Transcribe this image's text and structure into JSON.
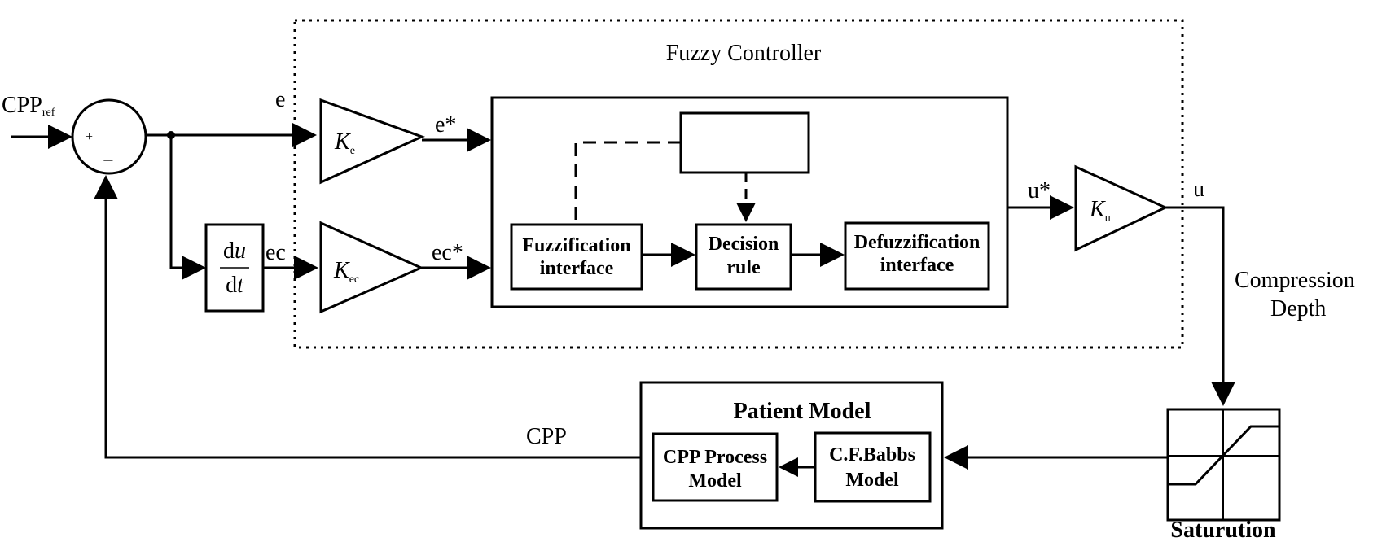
{
  "labels": {
    "cpp_ref_main": "CPP",
    "cpp_ref_sub": "ref",
    "plus": "+",
    "minus": "−",
    "e": "e",
    "ec": "ec",
    "e_star": "e*",
    "ec_star": "ec*",
    "u_star": "u*",
    "u": "u",
    "cpp_feedback": "CPP",
    "compression_line1": "Compression",
    "compression_line2": "Depth",
    "saturation": "Saturution"
  },
  "fuzzy_controller": {
    "title": "Fuzzy Controller",
    "fuzzification_line1": "Fuzzification",
    "fuzzification_line2": "interface",
    "decision_line1": "Decision",
    "decision_line2": "rule",
    "defuzzification_line1": "Defuzzification",
    "defuzzification_line2": "interface",
    "knowledge_base": ""
  },
  "gains": {
    "ke_main": "K",
    "ke_sub": "e",
    "kec_main": "K",
    "kec_sub": "ec",
    "ku_main": "K",
    "ku_sub": "u"
  },
  "derivative": {
    "num_d": "d",
    "num_var": "u",
    "den_d": "d",
    "den_var": "t"
  },
  "patient_model": {
    "title": "Patient Model",
    "cpp_process_line1": "CPP Process",
    "cpp_process_line2": "Model",
    "babbs_line1": "C.F.Babbs",
    "babbs_line2": "Model"
  }
}
